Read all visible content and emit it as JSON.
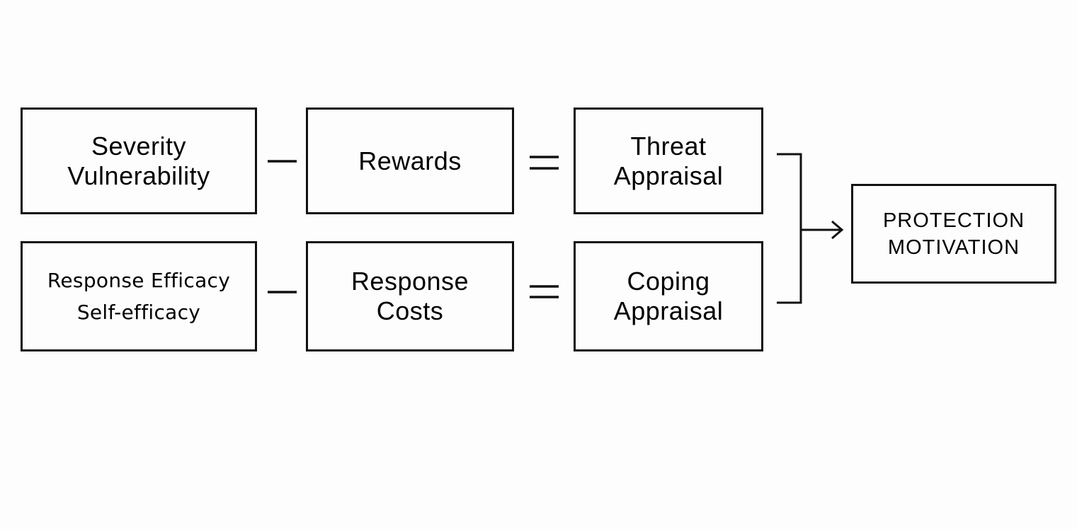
{
  "diagram": {
    "row1": {
      "input": [
        "Severity",
        "Vulnerability"
      ],
      "operator1": "–",
      "middle": [
        "Rewards"
      ],
      "operator2": "=",
      "result": [
        "Threat",
        "Appraisal"
      ]
    },
    "row2": {
      "input": [
        "Response Efficacy",
        "Self-efficacy"
      ],
      "operator1": "–",
      "middle": [
        "Response",
        "Costs"
      ],
      "operator2": "=",
      "result": [
        "Coping",
        "Appraisal"
      ]
    },
    "outcome": [
      "PROTECTION",
      "MOTIVATION"
    ]
  }
}
